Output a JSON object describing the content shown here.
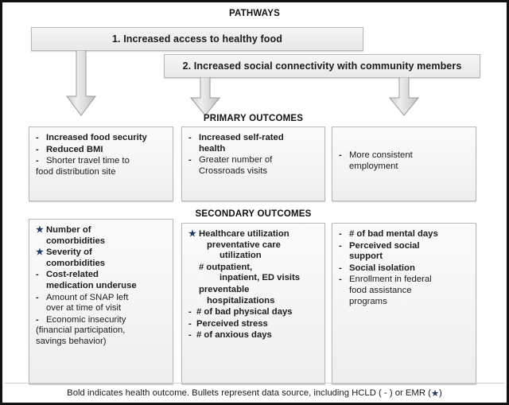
{
  "figure": {
    "border_color": "#111111",
    "box_fill": "#f2f2f2",
    "star_color": "#1f3864"
  },
  "headings": {
    "pathways": "PATHWAYS",
    "primary_outcomes": "PRIMARY OUTCOMES",
    "secondary_outcomes": "SECONDARY OUTCOMES"
  },
  "pathways": [
    {
      "label": "1. Increased access to healthy food"
    },
    {
      "label": "2. Increased social connectivity with community members"
    }
  ],
  "arrows": [
    {
      "name": "arrow-down-left"
    },
    {
      "name": "arrow-down-middle"
    },
    {
      "name": "arrow-down-right"
    }
  ],
  "primary_outcomes": {
    "left": {
      "items": [
        {
          "bullet": "-",
          "text": "Increased food security",
          "bold": true
        },
        {
          "bullet": "-",
          "text": "Reduced BMI",
          "bold": true
        },
        {
          "bullet": "-",
          "text": "Shorter travel time to",
          "cont": "food distribution site",
          "bold": false
        }
      ]
    },
    "middle": {
      "items": [
        {
          "bullet": "-",
          "text": "Increased self-rated",
          "cont": "health",
          "bold": true
        },
        {
          "bullet": "-",
          "text": "Greater number of",
          "cont": "Crossroads visits",
          "bold": false
        }
      ]
    },
    "right": {
      "items": [
        {
          "bullet": "-",
          "text": "More consistent",
          "cont": "employment",
          "bold": false
        }
      ]
    }
  },
  "secondary_outcomes": {
    "left": {
      "items": [
        {
          "bullet": "star",
          "text": "Number of",
          "cont": "comorbidities",
          "bold": true
        },
        {
          "bullet": "star",
          "text": "Severity of",
          "cont": "comorbidities",
          "bold": true
        },
        {
          "bullet": "-",
          "text": "Cost-related",
          "cont": "medication underuse",
          "bold": true
        },
        {
          "bullet": "-",
          "text": "Amount of SNAP left",
          "cont": "over at time of visit",
          "bold": false
        },
        {
          "bullet": "-",
          "text": "Economic insecurity",
          "cont": "(financial participation,",
          "cont2": "savings behavior)",
          "bold": false
        }
      ]
    },
    "middle": {
      "items": [
        {
          "bullet": "star",
          "text": "Healthcare utilization",
          "cont": "preventative care",
          "cont2": "utilization",
          "bold": true
        },
        {
          "bullet": "",
          "text": "# outpatient,",
          "cont": "inpatient, ED visits",
          "bold": true
        },
        {
          "bullet": "",
          "text": "preventable",
          "cont": "hospitalizations",
          "bold": true
        },
        {
          "bullet": "-",
          "text": "# of bad physical days",
          "bold": true
        },
        {
          "bullet": "-",
          "text": "Perceived stress",
          "bold": true
        },
        {
          "bullet": "-",
          "text": "# of anxious days",
          "bold": true
        }
      ]
    },
    "right": {
      "items": [
        {
          "bullet": "-",
          "text": "# of bad mental days",
          "bold": true
        },
        {
          "bullet": "-",
          "text": "Perceived social",
          "cont": "support",
          "bold": true
        },
        {
          "bullet": "-",
          "text": "Social isolation",
          "bold": true
        },
        {
          "bullet": "-",
          "text": "Enrollment in federal",
          "cont": "food assistance",
          "cont2": "programs",
          "bold": false
        }
      ]
    }
  },
  "footer": {
    "part1": "Bold indicates health outcome. Bullets represent data source, including HCLD ( - ) or EMR (",
    "star": "★",
    "part2": ")"
  }
}
